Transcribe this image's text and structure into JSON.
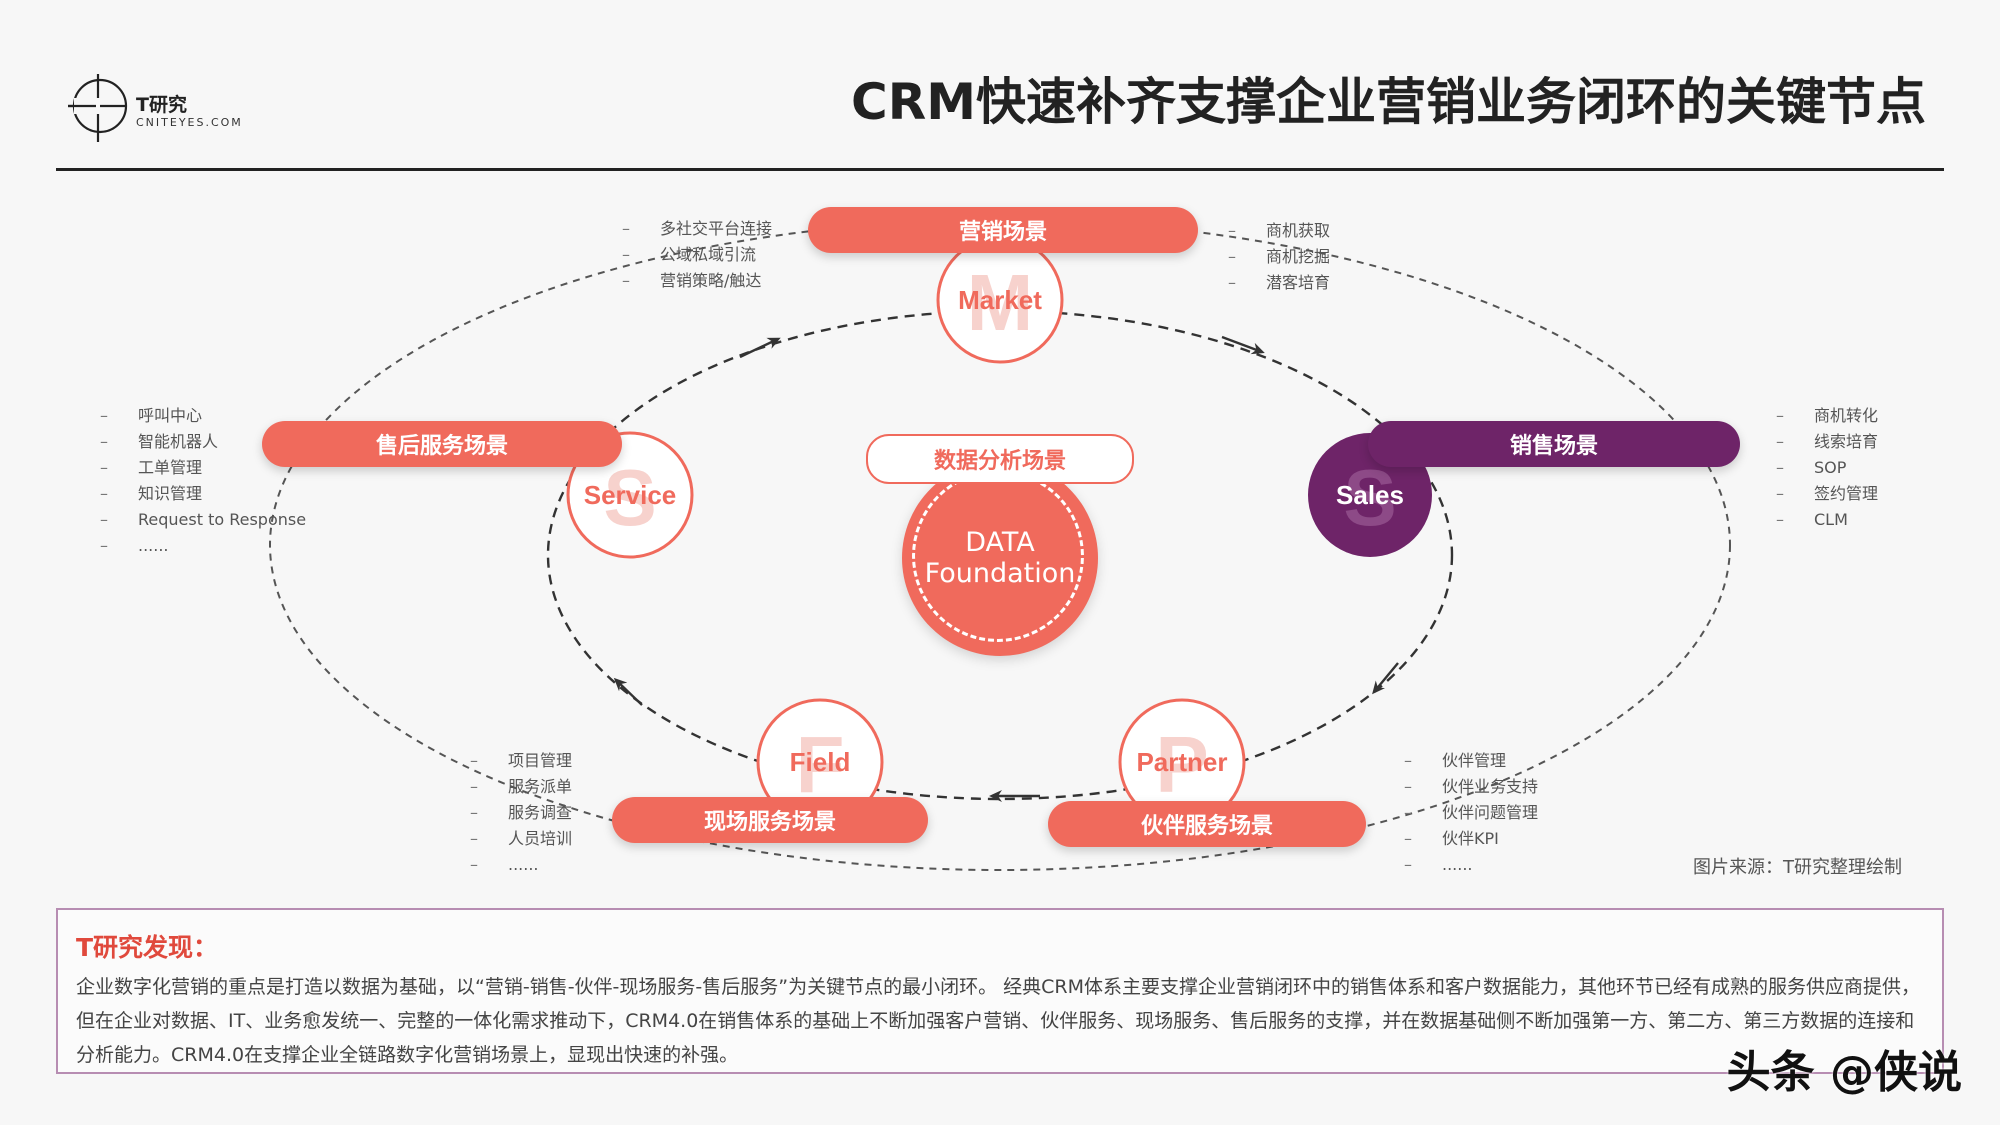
{
  "header": {
    "brand": "T研究",
    "brand_sub": "CNITEYES.COM",
    "title": "CRM快速补齐支撑企业营销业务闭环的关键节点"
  },
  "nodes": {
    "market": {
      "scene": "营销场景",
      "label": "Market",
      "letter": "M"
    },
    "sales": {
      "scene": "销售场景",
      "label": "Sales",
      "letter": "S"
    },
    "partner": {
      "scene": "伙伴服务场景",
      "label": "Partner",
      "letter": "P"
    },
    "field": {
      "scene": "现场服务场景",
      "label": "Field",
      "letter": "F"
    },
    "service": {
      "scene": "售后服务场景",
      "label": "Service",
      "letter": "S"
    }
  },
  "center": {
    "scene": "数据分析场景",
    "line1": "DATA",
    "line2": "Foundation"
  },
  "lists": {
    "market": [
      "多社交平台连接",
      "公域私域引流",
      "营销策略/触达"
    ],
    "sales_opportunity": [
      "商机获取",
      "商机挖掘",
      "潜客培育"
    ],
    "sales": [
      "商机转化",
      "线索培育",
      "SOP",
      "签约管理",
      "CLM"
    ],
    "service": [
      "呼叫中心",
      "智能机器人",
      "工单管理",
      "知识管理",
      "Request to Response",
      "......"
    ],
    "field": [
      "项目管理",
      "服务派单",
      "服务调查",
      "人员培训",
      "......"
    ],
    "partner": [
      "伙伴管理",
      "伙伴业务支持",
      "伙伴问题管理",
      "伙伴KPI",
      "......"
    ]
  },
  "list_dash": "–",
  "source": "图片来源：T研究整理绘制",
  "findings": {
    "title": "T研究发现：",
    "text": "企业数字化营销的重点是打造以数据为基础，以“营销-销售-伙伴-现场服务-售后服务”为关键节点的最小闭环。 经典CRM体系主要支撑企业营销闭环中的销售体系和客户数据能力，其他环节已经有成熟的服务供应商提供，但在企业对数据、IT、业务愈发统一、完整的一体化需求推动下，CRM4.0在销售体系的基础上不断加强客户营销、伙伴服务、现场服务、售后服务的支撑，并在数据基础侧不断加强第一方、第二方、第三方数据的连接和分析能力。CRM4.0在支撑企业全链路数字化营销场景上，显现出快速的补强。"
  },
  "watermark": "头条 @侠说",
  "colors": {
    "coral": "#f06a5c",
    "purple": "#6e2468",
    "findings_title": "#e0493c",
    "findings_border": "#b78db2"
  }
}
